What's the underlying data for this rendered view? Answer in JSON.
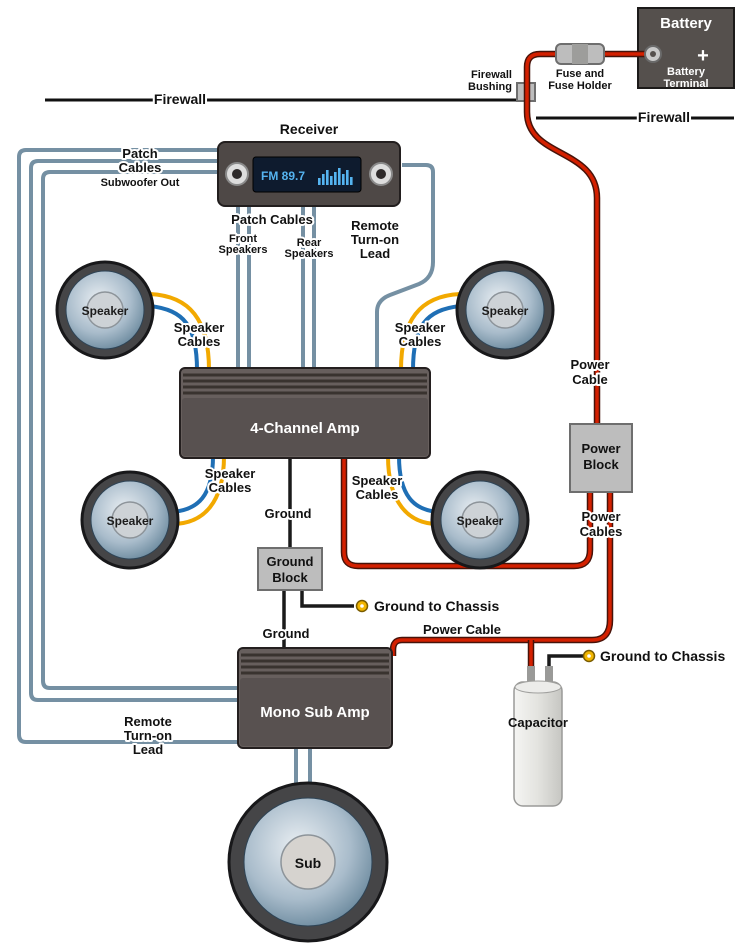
{
  "colors": {
    "power_cable_red": "#d42000",
    "patch_cable_gray_blue": "#7590a3",
    "speaker_cable_blue": "#1f6fb5",
    "speaker_cable_yellow": "#f2a900",
    "ground_black": "#1a1a1a",
    "block_gray": "#bdbdbd",
    "amp_body": "#56504e",
    "battery_box": "#55504d",
    "display_blue": "#55b4f0",
    "chassis_terminal_yellow": "#f2b600"
  },
  "battery": {
    "title": "Battery",
    "plus": "+",
    "terminal_label_line1": "Battery",
    "terminal_label_line2": "Terminal"
  },
  "fuse_holder": {
    "line1": "Fuse and",
    "line2": "Fuse Holder"
  },
  "firewall_bushing": {
    "line1": "Firewall",
    "line2": "Bushing"
  },
  "firewall": {
    "left_label": "Firewall",
    "right_label": "Firewall"
  },
  "receiver": {
    "title": "Receiver",
    "display_text": "FM 89.7"
  },
  "patch_cables_left": {
    "line1": "Patch",
    "line2": "Cables",
    "line3": "Subwoofer Out"
  },
  "patch_cables_center": {
    "title": "Patch Cables",
    "front_line1": "Front",
    "front_line2": "Speakers",
    "rear_line1": "Rear",
    "rear_line2": "Speakers"
  },
  "remote_turn_on_top": {
    "line1": "Remote",
    "line2": "Turn-on",
    "line3": "Lead"
  },
  "remote_turn_on_bottom": {
    "line1": "Remote",
    "line2": "Turn-on",
    "line3": "Lead"
  },
  "speakers": {
    "front_left": "Speaker",
    "front_right": "Speaker",
    "rear_left": "Speaker",
    "rear_right": "Speaker",
    "sub": "Sub"
  },
  "speaker_cables": {
    "front_left_line1": "Speaker",
    "front_left_line2": "Cables",
    "front_right_line1": "Speaker",
    "front_right_line2": "Cables",
    "rear_left_line1": "Speaker",
    "rear_left_line2": "Cables",
    "rear_right_line1": "Speaker",
    "rear_right_line2": "Cables"
  },
  "amps": {
    "four_channel": "4-Channel Amp",
    "mono_sub": "Mono Sub Amp"
  },
  "power": {
    "cable_label_line1": "Power",
    "cable_label_line2": "Cable",
    "block_line1": "Power",
    "block_line2": "Block",
    "cables_label_line1": "Power",
    "cables_label_line2": "Cables",
    "cable_to_sub_amp": "Power Cable"
  },
  "ground": {
    "upper_label": "Ground",
    "block_line1": "Ground",
    "block_line2": "Block",
    "to_chassis_1": "Ground to Chassis",
    "lower_label": "Ground",
    "to_chassis_2": "Ground to Chassis"
  },
  "capacitor_label": "Capacitor"
}
